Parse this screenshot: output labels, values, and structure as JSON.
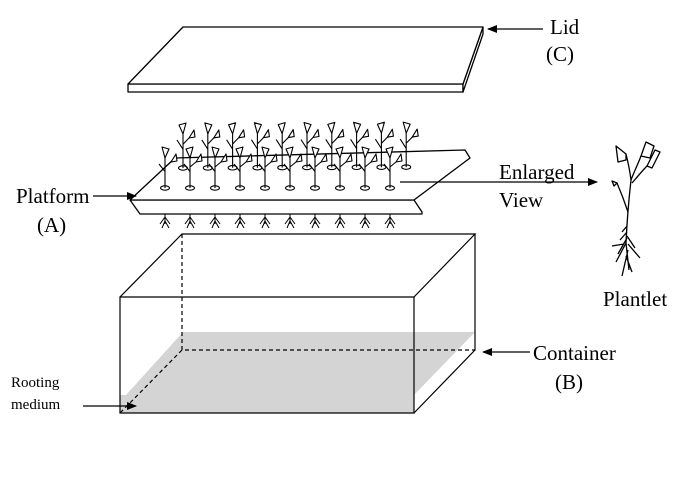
{
  "labels": {
    "lid": "Lid",
    "lid_code": "(C)",
    "platform": "Platform",
    "platform_code": "(A)",
    "enlarged_line1": "Enlarged",
    "enlarged_line2": "View",
    "plantlet": "Plantlet",
    "container": "Container",
    "container_code": "(B)",
    "rooting_line1": "Rooting",
    "rooting_line2": "medium"
  },
  "colors": {
    "line": "#000000",
    "medium_fill": "#d4d4d4",
    "background": "#ffffff"
  },
  "platform_grid": {
    "front_row_holes": 10,
    "back_row_holes": 10
  }
}
